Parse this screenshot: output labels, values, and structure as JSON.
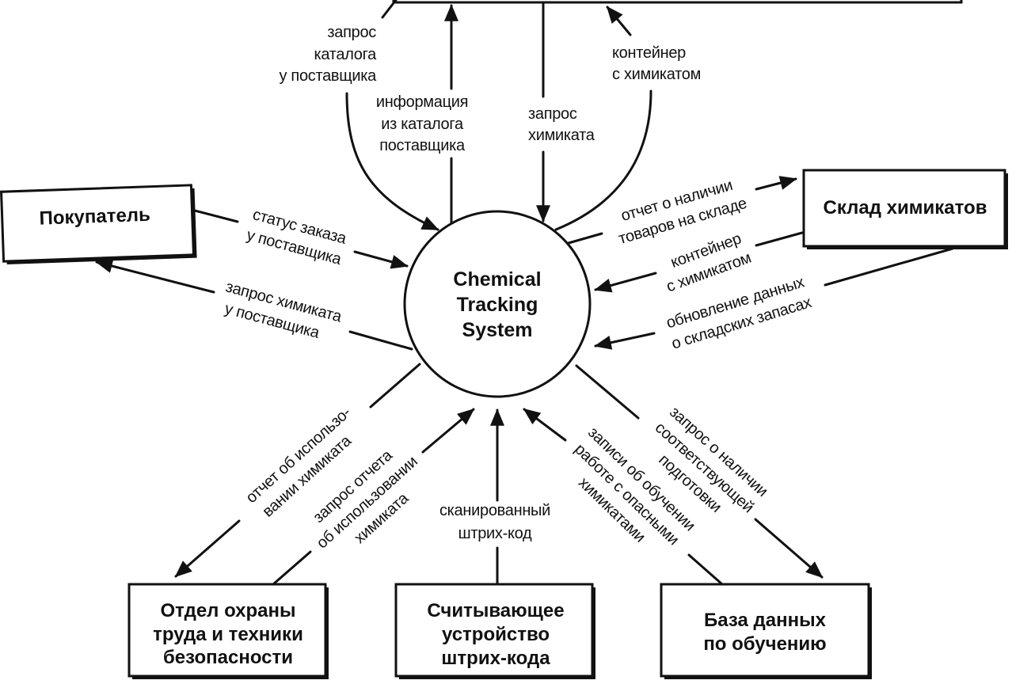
{
  "system": {
    "lines": [
      "Chemical",
      "Tracking",
      "System"
    ]
  },
  "entities": {
    "buyer": {
      "label": "Покупатель"
    },
    "warehouse": {
      "label": "Склад химикатов"
    },
    "safety_dept": {
      "lines": [
        "Отдел охраны",
        "труда и техники",
        "безопасности"
      ]
    },
    "barcode_reader": {
      "lines": [
        "Считывающее",
        "устройство",
        "штрих-кода"
      ]
    },
    "training_db": {
      "lines": [
        "База данных",
        "по обучению"
      ]
    }
  },
  "flows": {
    "catalog_query": [
      "запрос",
      "каталога",
      "у поставщика"
    ],
    "catalog_info": [
      "информация",
      "из каталога",
      "поставщика"
    ],
    "chemical_request": [
      "запрос",
      "химиката"
    ],
    "chemical_container_in": [
      "контейнер",
      "с химикатом"
    ],
    "order_status": [
      "статус заказа",
      "у поставщика"
    ],
    "vendor_chemical_request": [
      "запрос химиката",
      "у поставщика"
    ],
    "stock_availability_report": [
      "отчет о наличии",
      "товаров на складе"
    ],
    "stock_container": [
      "контейнер",
      "с химикатом"
    ],
    "stock_update": [
      "обновление данных",
      "о складских запасах"
    ],
    "usage_report": [
      "отчет об использо-",
      "вании химиката"
    ],
    "usage_report_request": [
      "запрос отчета",
      "об использовании",
      "химиката"
    ],
    "scanned_barcode": [
      "сканированный",
      "штрих-код"
    ],
    "hazard_training_records": [
      "записи об обучении",
      "работе с опасными",
      "химикатами"
    ],
    "training_check_request": [
      "запрос о наличии",
      "соответствующей",
      "подготовки"
    ]
  }
}
